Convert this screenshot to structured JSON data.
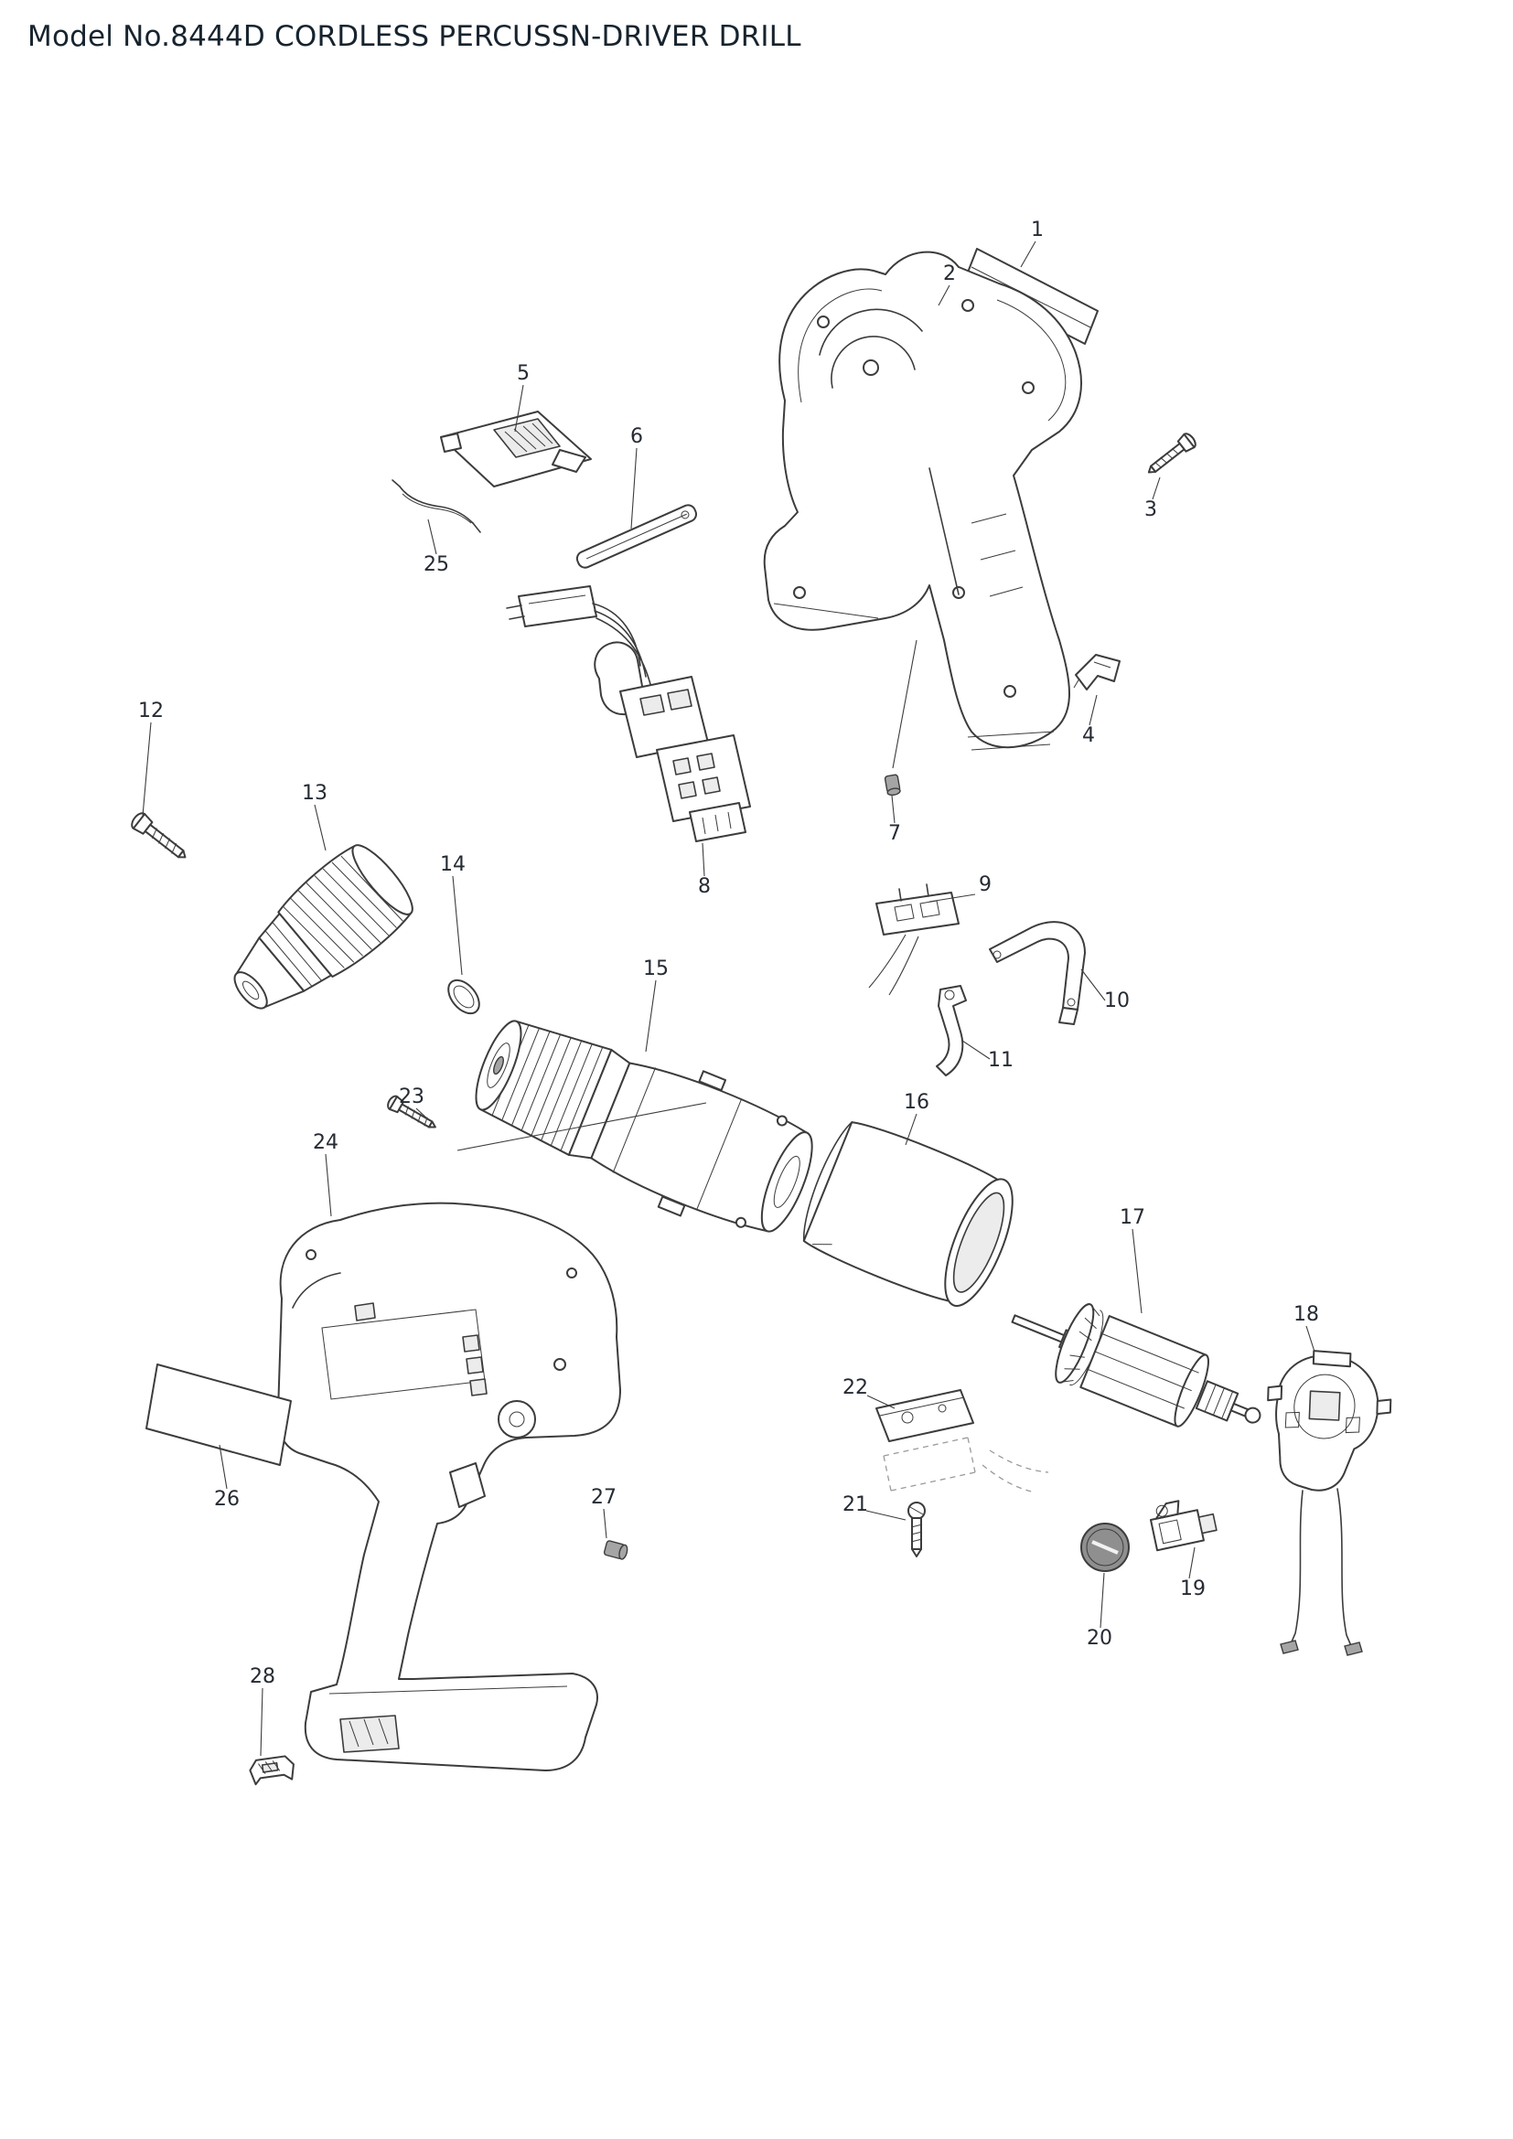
{
  "title": "Model No.8444D CORDLESS PERCUSSN-DRIVER DRILL",
  "colors": {
    "line": "#3c3c3c",
    "text": "#262b33",
    "title": "#17242f",
    "paper": "#ffffff"
  },
  "parts": [
    "1",
    "2",
    "3",
    "4",
    "5",
    "6",
    "7",
    "8",
    "9",
    "10",
    "11",
    "12",
    "13",
    "14",
    "15",
    "16",
    "17",
    "18",
    "19",
    "20",
    "21",
    "22",
    "23",
    "24",
    "25",
    "26",
    "27",
    "28"
  ]
}
